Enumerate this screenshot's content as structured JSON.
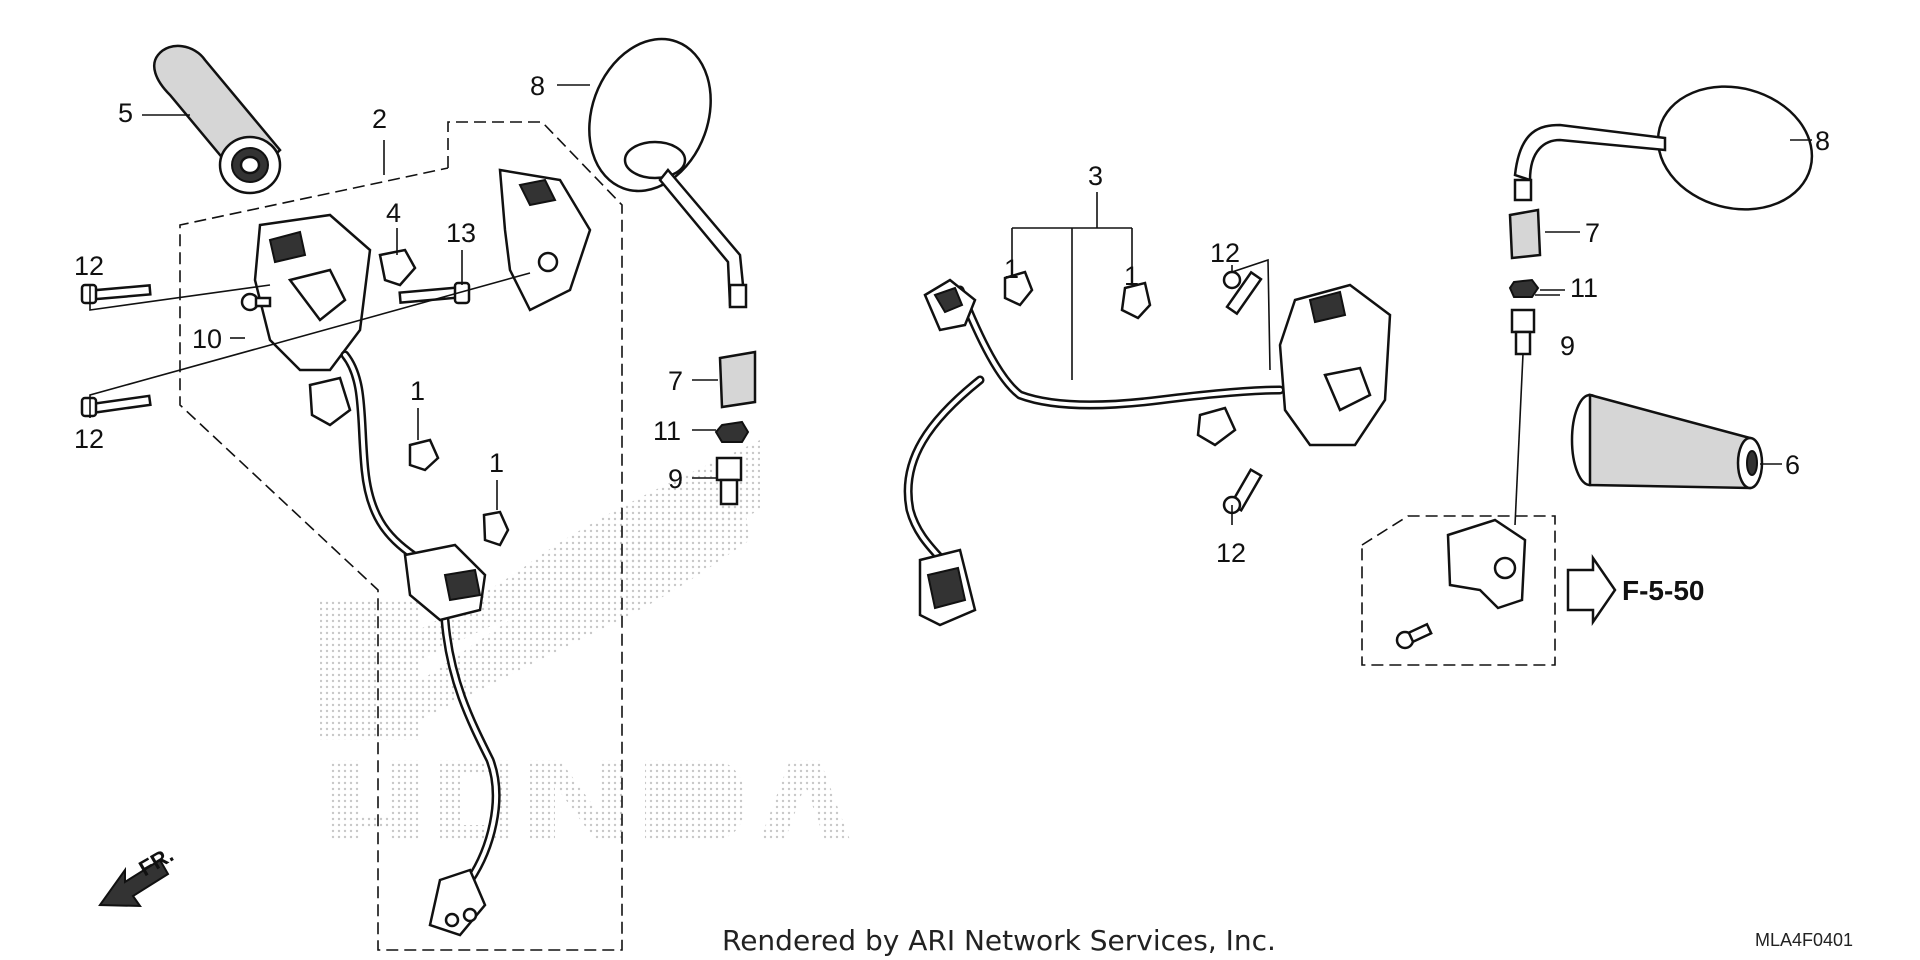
{
  "diagram": {
    "callouts_left": {
      "c5": "5",
      "c2": "2",
      "c8": "8",
      "c4": "4",
      "c13": "13",
      "c12a": "12",
      "c10": "10",
      "c12b": "12",
      "c1a": "1",
      "c1b": "1",
      "c7": "7",
      "c11": "11",
      "c9": "9"
    },
    "callouts_right": {
      "c3": "3",
      "c1c": "1",
      "c1d": "1",
      "c12c": "12",
      "c12d": "12",
      "c8": "8",
      "c7": "7",
      "c11": "11",
      "c9": "9",
      "c6": "6"
    },
    "reference": "F-5-50",
    "front_marker": "FR.",
    "credit": "Rendered by ARI Network Services, Inc.",
    "diagram_code": "MLA4F0401",
    "watermark_logo": "HONDA",
    "colors": {
      "line": "#111111",
      "watermark": "#c8c8c8"
    }
  }
}
